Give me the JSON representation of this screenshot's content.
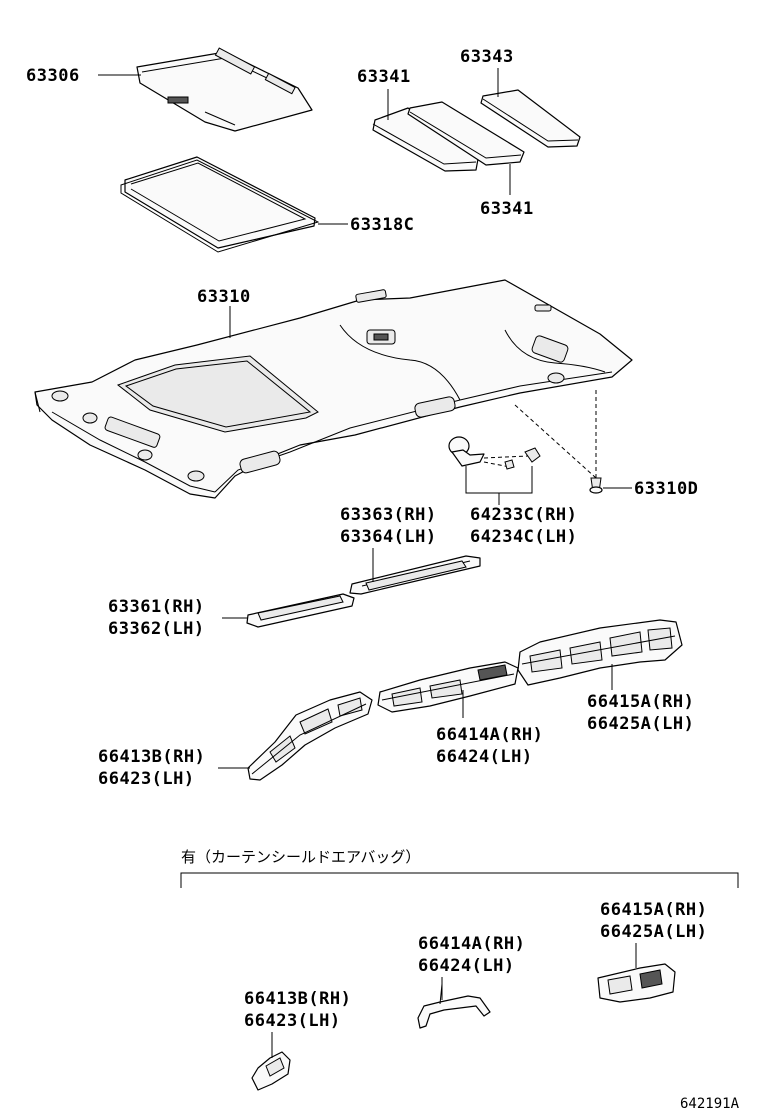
{
  "labels": {
    "p63306": "63306",
    "p63341_top": "63341",
    "p63343": "63343",
    "p63341_bottom": "63341",
    "p63318c": "63318C",
    "p63310": "63310",
    "p63310d": "63310D",
    "p64233c": "64233C(RH)",
    "p64234c": "64234C(LH)",
    "p63363": "63363(RH)",
    "p63364": "63364(LH)",
    "p63361": "63361(RH)",
    "p63362": "63362(LH)",
    "p66415a": "66415A(RH)",
    "p66425a": "66425A(LH)",
    "p66414a": "66414A(RH)",
    "p66424": "66424(LH)",
    "p66413b": "66413B(RH)",
    "p66423": "66423(LH)",
    "p66415a_b": "66415A(RH)",
    "p66425a_b": "66425A(LH)",
    "p66414a_b": "66414A(RH)",
    "p66424_b": "66424(LH)",
    "p66413b_b": "66413B(RH)",
    "p66423_b": "66423(LH)"
  },
  "section_note": "有（カーテンシールドエアバッグ）",
  "figure_code": "642191A"
}
